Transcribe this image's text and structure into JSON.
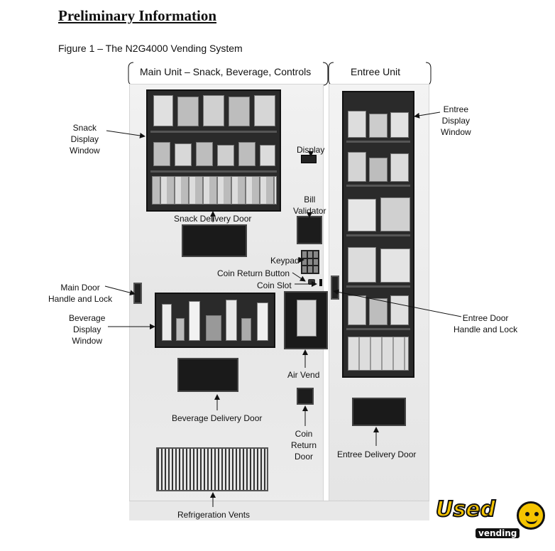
{
  "doc": {
    "heading": "Preliminary Information",
    "caption": "Figure 1 – The N2G4000 Vending System"
  },
  "brace_labels": {
    "main": "Main Unit – Snack, Beverage, Controls",
    "entree": "Entree Unit"
  },
  "labels": {
    "snack_window": "Snack\nDisplay\nWindow",
    "snack_door": "Snack Delivery Door",
    "display": "Display",
    "bill_validator": "Bill\nValidator",
    "keypad": "Keypad",
    "coin_return_button": "Coin Return Button",
    "coin_slot": "Coin Slot",
    "main_door_handle": "Main Door\nHandle and Lock",
    "beverage_window": "Beverage\nDisplay\nWindow",
    "air_vend": "Air Vend",
    "beverage_door": "Beverage Delivery Door",
    "coin_return_door": "Coin\nReturn\nDoor",
    "refrigeration_vents": "Refrigeration Vents",
    "entree_window": "Entree\nDisplay\nWindow",
    "entree_door_handle": "Entree Door\nHandle and Lock",
    "entree_door": "Entree Delivery Door"
  },
  "logo": {
    "word": "Used",
    "sub": "vending",
    "accent": "#f5c400"
  }
}
